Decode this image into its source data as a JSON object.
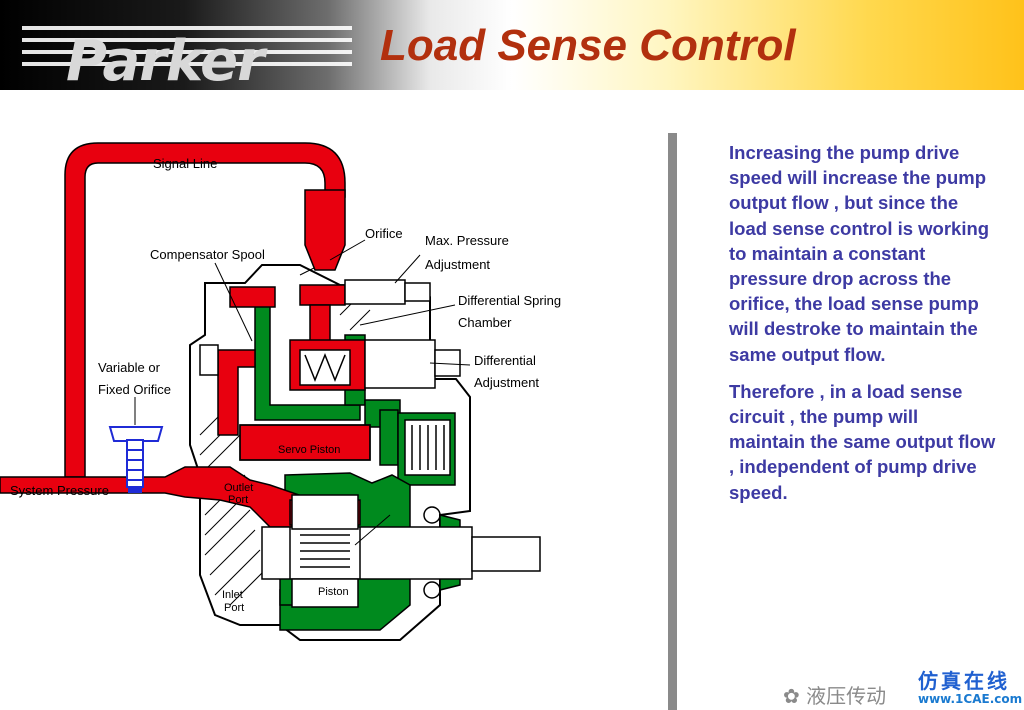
{
  "header": {
    "logo_text": "Parker",
    "title": "Load Sense Control"
  },
  "diagram": {
    "labels": {
      "signal_line": "Signal Line",
      "orifice": "Orifice",
      "max_pressure_1": "Max. Pressure",
      "max_pressure_2": "Adjustment",
      "compensator_spool": "Compensator Spool",
      "diff_spring_1": "Differential Spring",
      "diff_spring_2": "Chamber",
      "differential_1": "Differential",
      "differential_2": "Adjustment",
      "variable_orifice_1": "Variable or",
      "variable_orifice_2": "Fixed Orifice",
      "servo_piston": "Servo Piston",
      "system_pressure": "System Pressure",
      "outlet_port_1": "Outlet",
      "outlet_port_2": "Port",
      "inlet_port_1": "Inlet",
      "inlet_port_2": "Port",
      "piston": "Piston"
    },
    "colors": {
      "pressure": "#e8000f",
      "return": "#008a1e",
      "orifice": "#1f2bd6"
    }
  },
  "text": {
    "paragraph_1": "Increasing the pump drive speed will increase the pump output flow , but since the load sense control is working to maintain a constant pressure drop across the orifice, the load sense pump will destroke to maintain the same output flow.",
    "paragraph_2": "Therefore , in  a load sense circuit , the pump will maintain the same output flow , independent of pump drive speed."
  },
  "footer": {
    "watermark": "液压传动",
    "brand_cn": "仿真在线",
    "brand_url": "www.1CAE.com"
  }
}
